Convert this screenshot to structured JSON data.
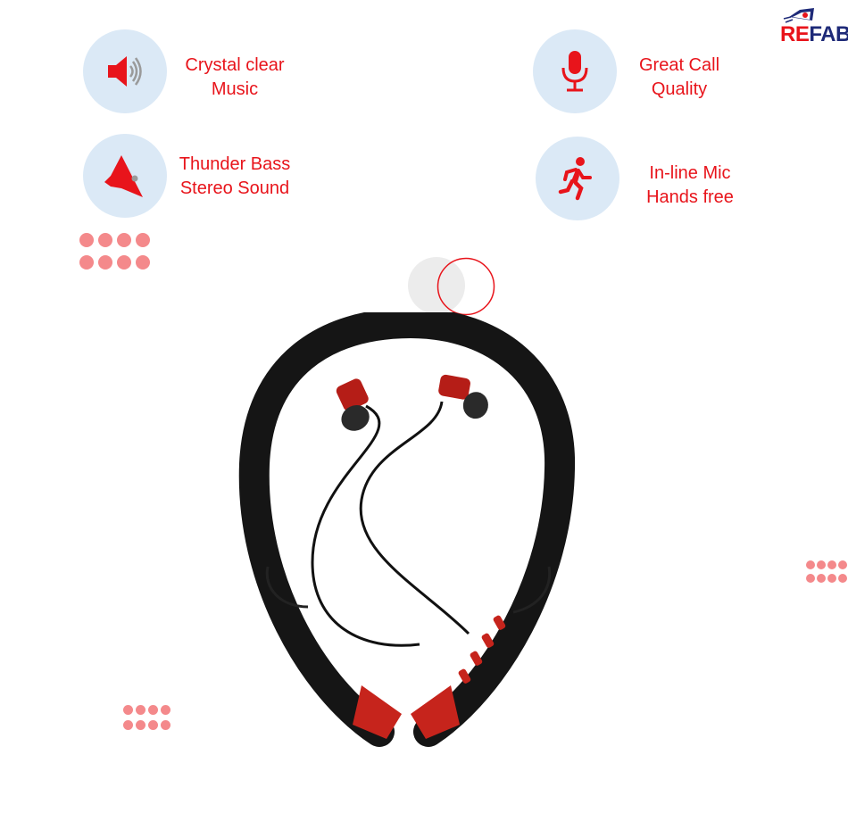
{
  "brand": {
    "logo_part1": "RE",
    "logo_part2": "FAB"
  },
  "features": [
    {
      "icon": "speaker-volume-icon",
      "line1": "Crystal clear",
      "line2": "Music"
    },
    {
      "icon": "microphone-icon",
      "line1": "Great Call",
      "line2": "Quality"
    },
    {
      "icon": "megaphone-icon",
      "line1": "Thunder Bass",
      "line2": "Stereo Sound"
    },
    {
      "icon": "running-person-icon",
      "line1": "In-line Mic",
      "line2": "Hands free"
    }
  ],
  "colors": {
    "accent": "#e8141b",
    "icon_bg": "#dbe9f6",
    "dots": "#f4898b",
    "brand_blue": "#1e2a78"
  },
  "product": {
    "image": "neckband-earphones-image"
  }
}
